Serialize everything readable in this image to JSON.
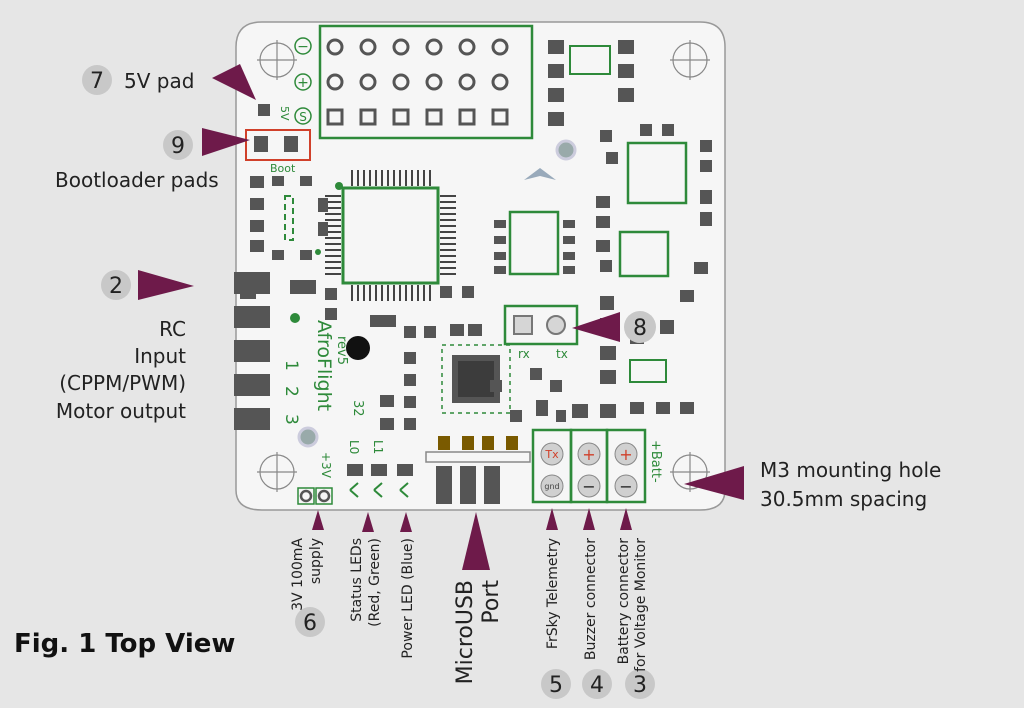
{
  "labels": {
    "pad_5v": "5V pad",
    "bootloader": "Bootloader pads",
    "rc_line1": "RC",
    "rc_line2": "Input",
    "rc_line3": "(CPPM/PWM)",
    "rc_line4": "Motor output",
    "mount_line1": "M3 mounting hole",
    "mount_line2": "30.5mm spacing",
    "supply_line1": "3V 100mA",
    "supply_line2": "supply",
    "status_line1": "Status LEDs",
    "status_line2": "(Red, Green)",
    "power_led": "Power LED (Blue)",
    "usb_line1": "MicroUSB",
    "usb_line2": "Port",
    "frsky": "FrSky Telemetry",
    "buzzer": "Buzzer connector",
    "batt_line1": "Battery connector",
    "batt_line2": "for Voltage Monitor",
    "figure": "Fig. 1 Top View"
  },
  "badges": {
    "b7": "7",
    "b9": "9",
    "b2": "2",
    "b8": "8",
    "b6": "6",
    "b5": "5",
    "b4": "4",
    "b3": "3"
  },
  "silkscreen": {
    "minus": "−",
    "plus": "+",
    "signal": "S",
    "v5": "5V",
    "boot": "Boot",
    "ch1": "1",
    "ch2": "2",
    "ch3": "3",
    "brand": "AfroFlight",
    "brand_num": "32",
    "rev": "rev5",
    "v3": "+3V",
    "l0": "L0",
    "l1": "L1",
    "rx": "rx",
    "tx": "tx",
    "tx_pad": "Tx",
    "gnd_pad": "gnd",
    "batt": "+Batt-"
  },
  "colors": {
    "board": "#f6f6f6",
    "silk": "#2e8a3a",
    "arrow": "#6e1a4a",
    "highlight": "#d0402a",
    "badge": "#c8c8c8"
  }
}
